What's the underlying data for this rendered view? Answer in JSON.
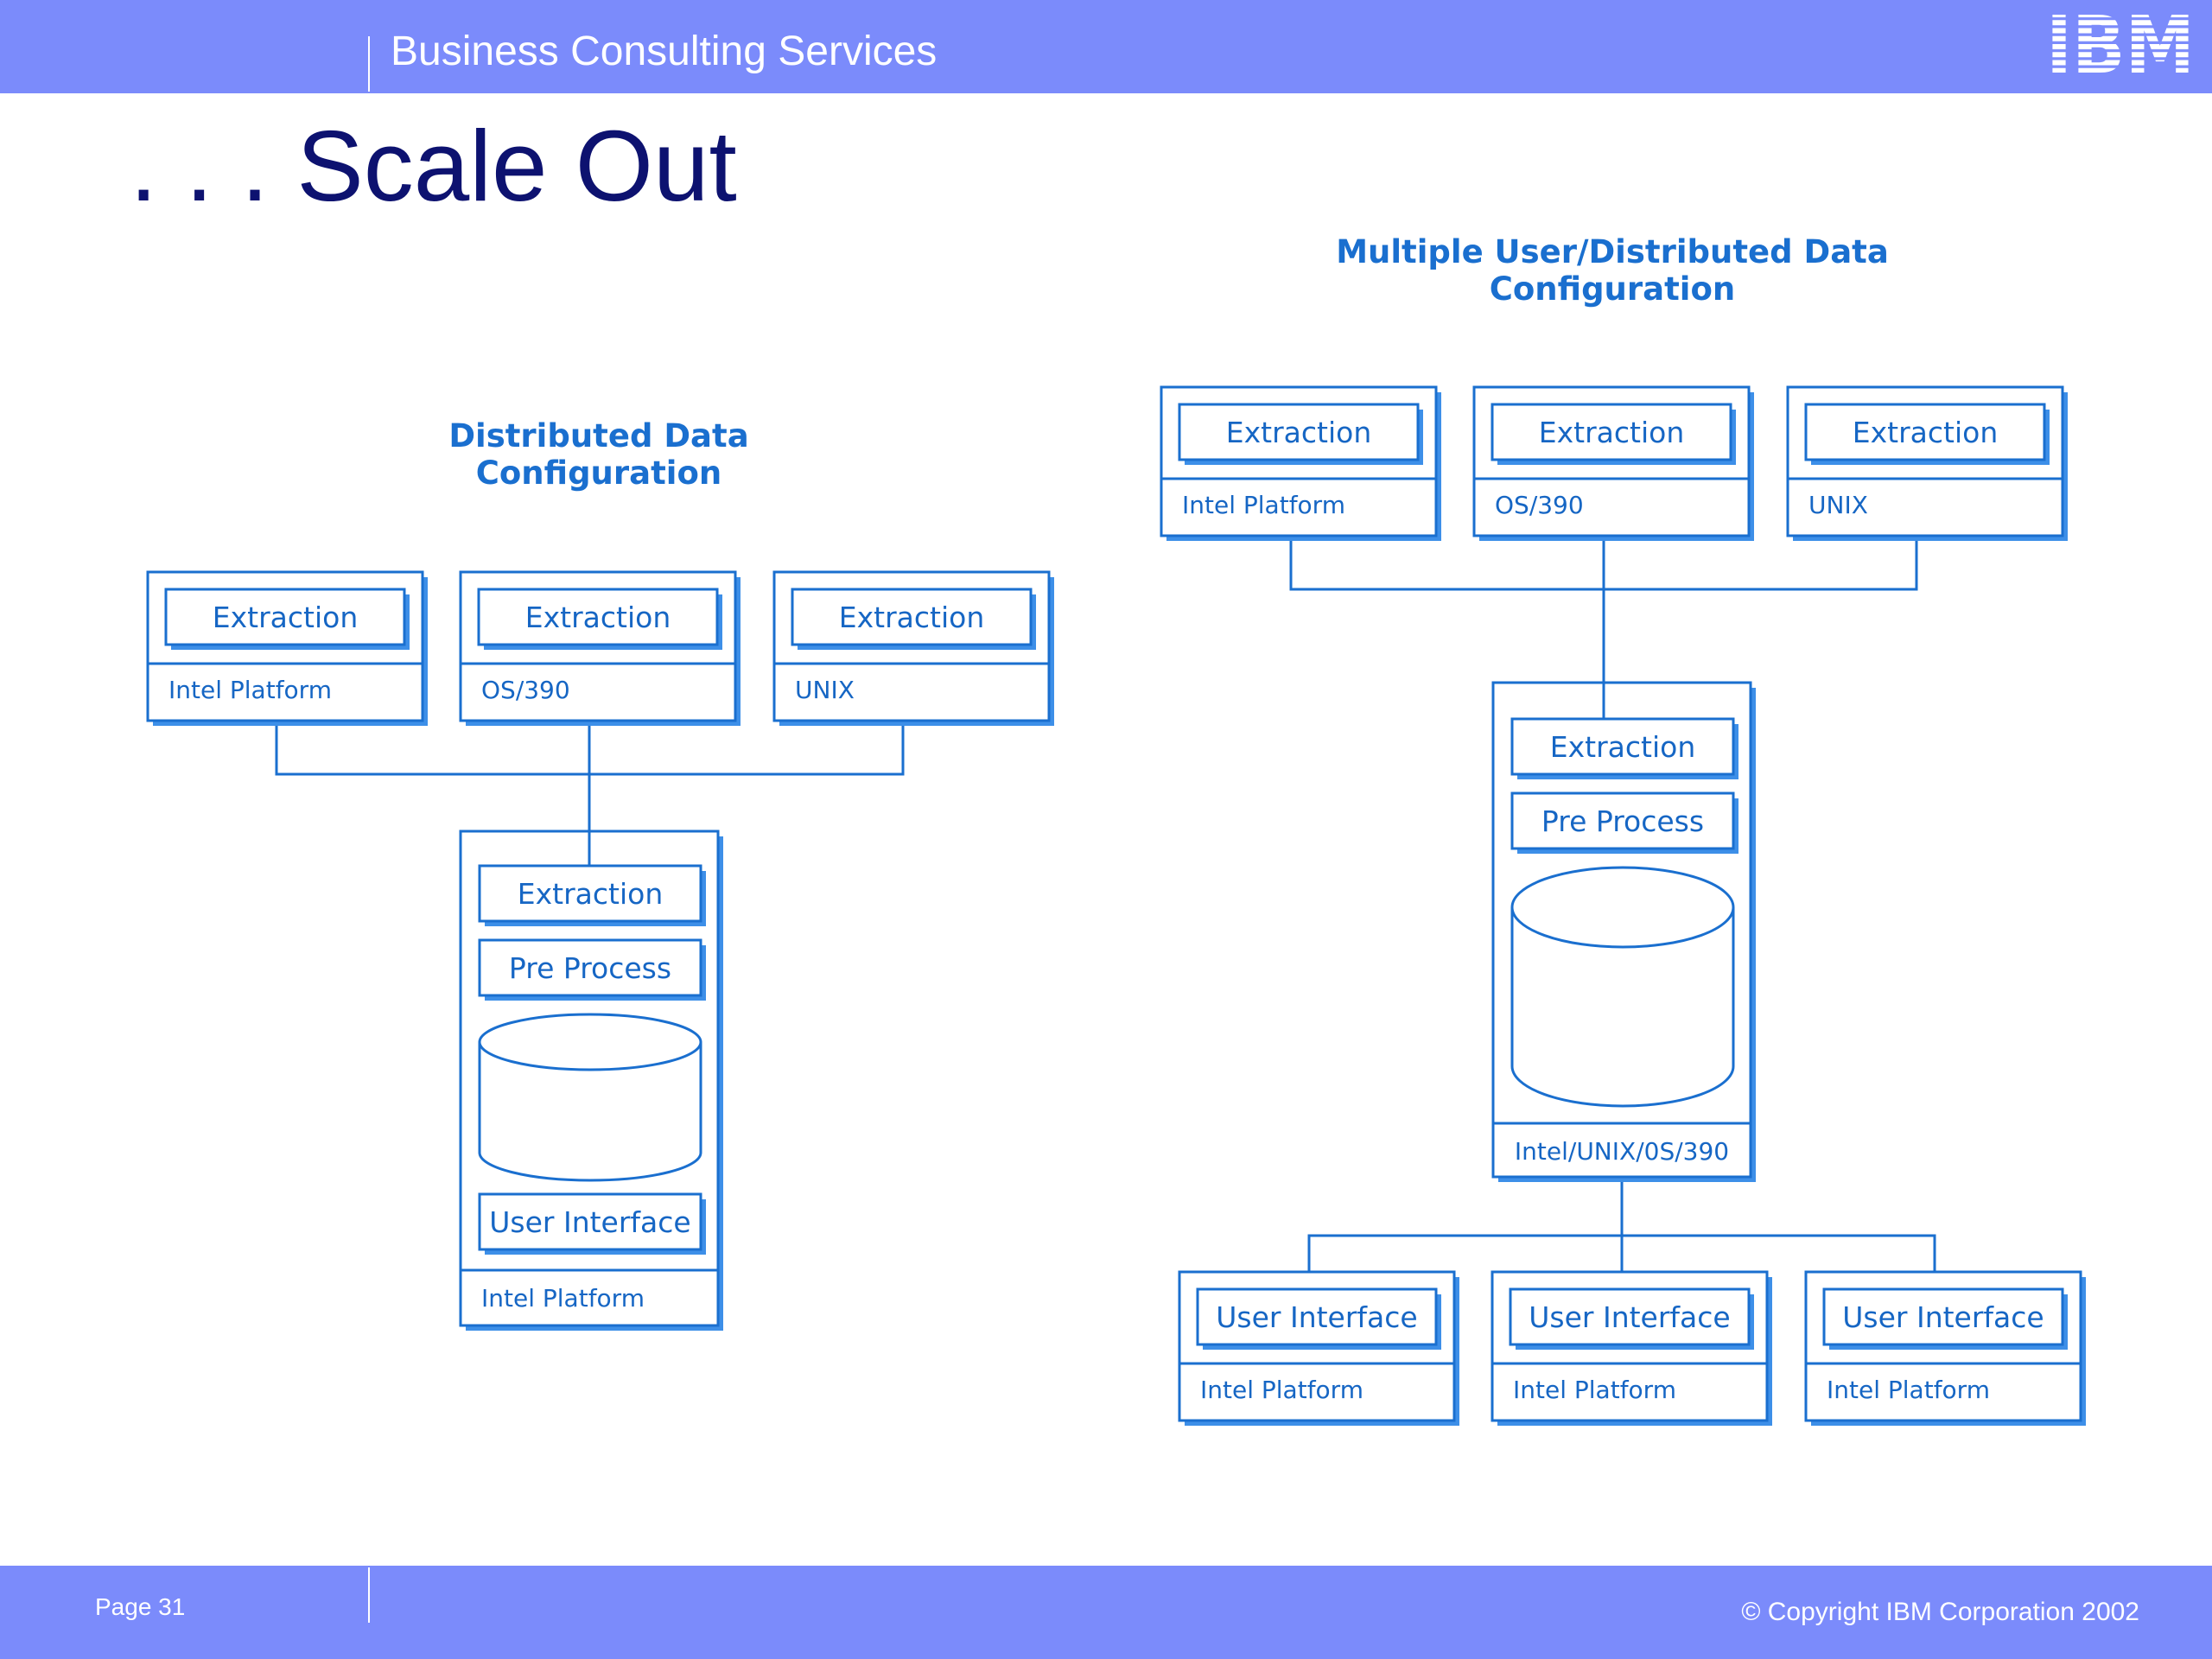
{
  "header": {
    "title": "Business Consulting Services",
    "logo_text": "IBM"
  },
  "page_title": ". . . Scale Out",
  "diagram_left": {
    "heading_lines": [
      "Distributed Data",
      "Configuration"
    ],
    "top_nodes": [
      {
        "component": "Extraction",
        "platform": "Intel Platform"
      },
      {
        "component": "Extraction",
        "platform": "OS/390"
      },
      {
        "component": "Extraction",
        "platform": "UNIX"
      }
    ],
    "central_node": {
      "components": [
        "Extraction",
        "Pre Process",
        "User Interface"
      ],
      "platform": "Intel Platform"
    }
  },
  "diagram_right": {
    "heading_lines": [
      "Multiple User/Distributed Data",
      "Configuration"
    ],
    "top_nodes": [
      {
        "component": "Extraction",
        "platform": "Intel Platform"
      },
      {
        "component": "Extraction",
        "platform": "OS/390"
      },
      {
        "component": "Extraction",
        "platform": "UNIX"
      }
    ],
    "central_node": {
      "components": [
        "Extraction",
        "Pre Process"
      ],
      "platform": "Intel/UNIX/0S/390"
    },
    "bottom_nodes": [
      {
        "component": "User Interface",
        "platform": "Intel Platform"
      },
      {
        "component": "User Interface",
        "platform": "Intel Platform"
      },
      {
        "component": "User Interface",
        "platform": "Intel Platform"
      }
    ]
  },
  "footer": {
    "page_label": "Page 31",
    "copyright": "© Copyright IBM Corporation 2002"
  },
  "colors": {
    "band": "#7b8bfb",
    "title": "#0d1270",
    "diagram_line": "#1a6fcf",
    "diagram_text": "#1666c4",
    "box_shadow": "#3d8fe8",
    "heading": "#1a6fcf"
  }
}
